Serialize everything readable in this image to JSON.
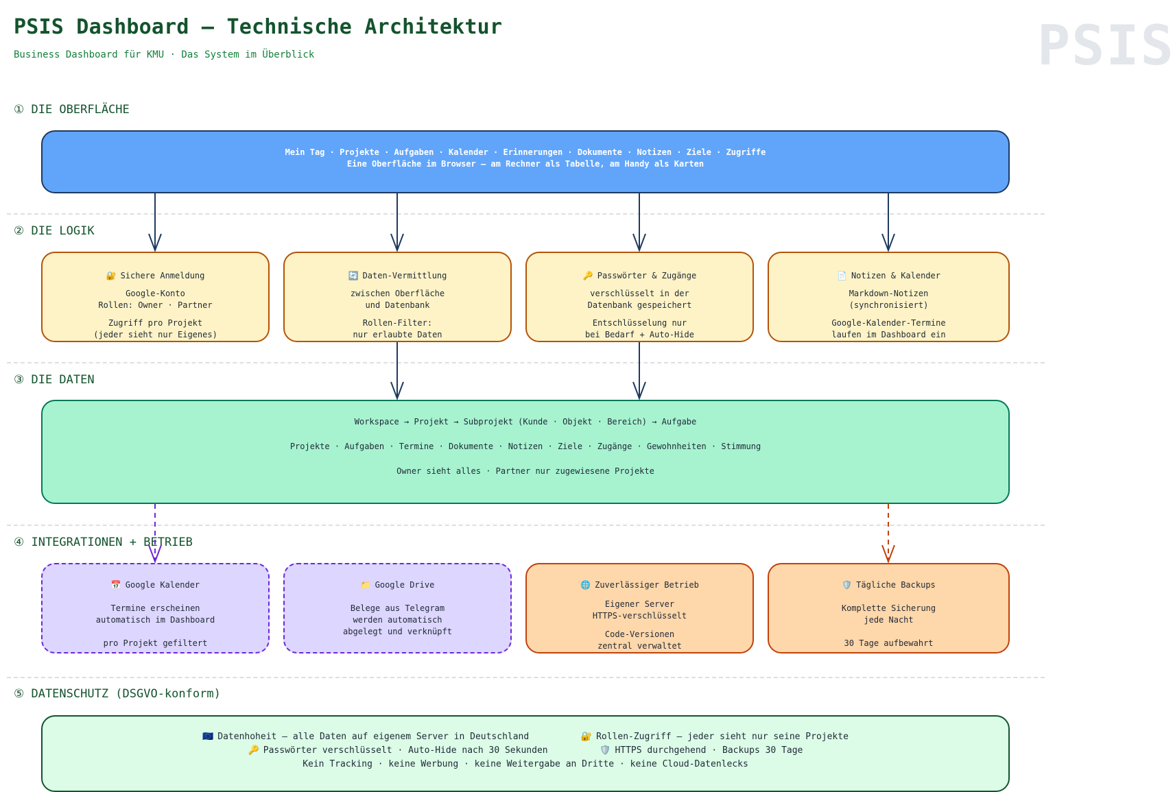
{
  "header": {
    "title": "PSIS Dashboard — Technische Architektur",
    "subtitle": "Business Dashboard für KMU · Das System im Überblick",
    "watermark": "PSIS"
  },
  "sections": {
    "s1": "① DIE OBERFLÄCHE",
    "s2": "② DIE LOGIK",
    "s3": "③ DIE DATEN",
    "s4": "④ INTEGRATIONEN + BETRIEB",
    "s5": "⑤ DATENSCHUTZ  (DSGVO-konform)"
  },
  "ui": {
    "line1": "Mein Tag · Projekte · Aufgaben · Kalender · Erinnerungen · Dokumente · Notizen · Ziele · Zugriffe",
    "line2": "Eine Oberfläche im Browser — am Rechner als Tabelle, am Handy als Karten"
  },
  "logic": [
    {
      "icon": "🔐",
      "title": "Sichere Anmeldung",
      "l1": "Google-Konto",
      "l2": "Rollen: Owner · Partner",
      "l3": "Zugriff pro Projekt",
      "l4": "(jeder sieht nur Eigenes)"
    },
    {
      "icon": "🔄",
      "title": "Daten-Vermittlung",
      "l1": "zwischen Oberfläche",
      "l2": "und Datenbank",
      "l3": "Rollen-Filter:",
      "l4": "nur erlaubte Daten"
    },
    {
      "icon": "🔑",
      "title": "Passwörter & Zugänge",
      "l1": "verschlüsselt in der",
      "l2": "Datenbank gespeichert",
      "l3": "Entschlüsselung nur",
      "l4": "bei Bedarf + Auto-Hide"
    },
    {
      "icon": "📄",
      "title": "Notizen & Kalender",
      "l1": "Markdown-Notizen",
      "l2": "(synchronisiert)",
      "l3": "Google-Kalender-Termine",
      "l4": "laufen im Dashboard ein"
    }
  ],
  "data": {
    "hierarchy": "Workspace  →  Projekt  →  Subprojekt (Kunde · Objekt · Bereich)  →  Aufgabe",
    "entities": "Projekte · Aufgaben · Termine · Dokumente · Notizen · Ziele · Zugänge · Gewohnheiten · Stimmung",
    "access": "Owner sieht alles · Partner nur zugewiesene Projekte"
  },
  "integrations": [
    {
      "icon": "📅",
      "title": "Google Kalender",
      "l1": "Termine erscheinen",
      "l2": "automatisch im Dashboard",
      "l3": "",
      "l4": "pro Projekt gefiltert"
    },
    {
      "icon": "📁",
      "title": "Google Drive",
      "l1": "Belege aus Telegram",
      "l2": "werden automatisch",
      "l3": "abgelegt und verknüpft",
      "l4": ""
    }
  ],
  "operations": [
    {
      "icon": "🌐",
      "title": "Zuverlässiger Betrieb",
      "l1": "Eigener Server",
      "l2": "HTTPS-verschlüsselt",
      "l3": "Code-Versionen",
      "l4": "zentral verwaltet"
    },
    {
      "icon": "🛡️",
      "title": "Tägliche Backups",
      "l1": "Komplette Sicherung",
      "l2": "jede Nacht",
      "l3": "30 Tage aufbewahrt",
      "l4": ""
    }
  ],
  "privacy": {
    "r1a_icon": "🇪🇺",
    "r1a": "Datenhoheit — alle Daten auf eigenem Server in Deutschland",
    "r1b_icon": "🔐",
    "r1b": "Rollen-Zugriff — jeder sieht nur seine Projekte",
    "r2a_icon": "🔑",
    "r2a": "Passwörter verschlüsselt · Auto-Hide nach 30 Sekunden",
    "r2b_icon": "🛡️",
    "r2b": "HTTPS durchgehend · Backups 30 Tage",
    "r3": "Kein Tracking · keine Werbung · keine Weitergabe an Dritte · keine Cloud-Datenlecks"
  },
  "colors": {
    "ui_fill": "#60a5fa",
    "logic_fill": "#fef3c7",
    "data_fill": "#a7f3d0",
    "integration_fill": "#ddd6fe",
    "ops_fill": "#fed7aa",
    "privacy_fill": "#dcfce7",
    "arrow_solid": "#1e3a5f",
    "arrow_integration": "#6d28d9",
    "arrow_ops": "#c2410c"
  }
}
